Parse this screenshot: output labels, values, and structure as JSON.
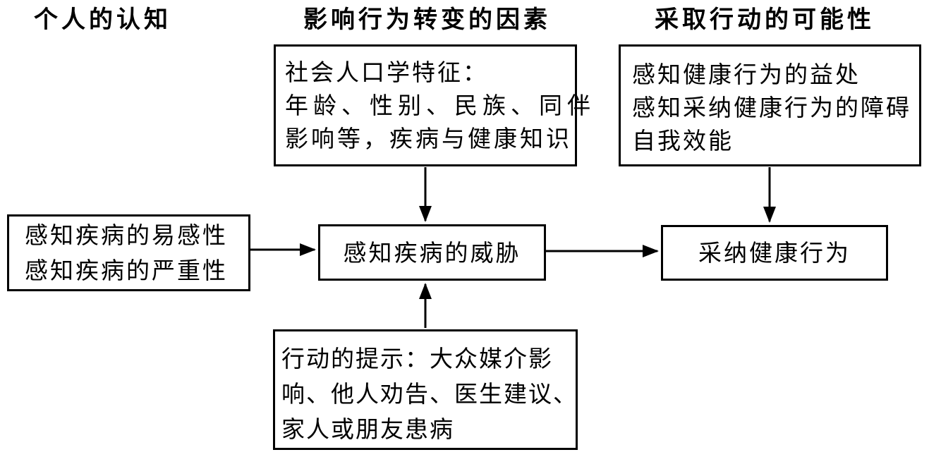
{
  "diagram": {
    "headers": {
      "left": "个人的认知",
      "center": "影响行为转变的因素",
      "right": "采取行动的可能性"
    },
    "boxes": {
      "sociodemographic": {
        "line1": "社会人口学特征：",
        "line2": "年龄、性别、民族、同伴",
        "line3": "影响等，疾病与健康知识"
      },
      "likelihood": {
        "line1": "感知健康行为的益处",
        "line2": "感知采纳健康行为的障碍",
        "line3": "自我效能"
      },
      "perception": {
        "line1": "感知疾病的易感性",
        "line2": "感知疾病的严重性"
      },
      "threat": {
        "label": "感知疾病的威胁"
      },
      "adoption": {
        "label": "采纳健康行为"
      },
      "cues": {
        "line1": "行动的提示：大众媒介影",
        "line2": "响、他人劝告、医生建议、",
        "line3": "家人或朋友患病"
      }
    },
    "edges": [
      {
        "from": "sociodemographic",
        "to": "threat",
        "direction": "down"
      },
      {
        "from": "likelihood",
        "to": "adoption",
        "direction": "down"
      },
      {
        "from": "perception",
        "to": "threat",
        "direction": "right"
      },
      {
        "from": "threat",
        "to": "adoption",
        "direction": "right"
      },
      {
        "from": "cues",
        "to": "threat",
        "direction": "up"
      }
    ],
    "colors": {
      "line": "#000000",
      "background": "#ffffff",
      "text": "#000000"
    }
  }
}
